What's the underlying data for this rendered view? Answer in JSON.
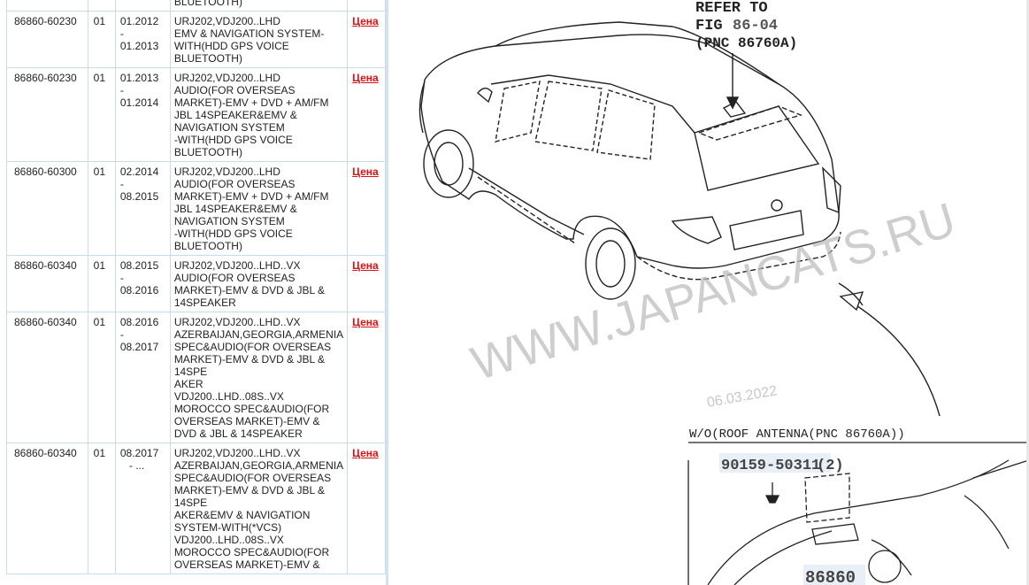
{
  "table": {
    "top_fragment": "BLUETOOTH)",
    "price_label": "Цена",
    "rows": [
      {
        "part": "86860-60230",
        "var": "01",
        "date_from": "01.2012",
        "date_sep": "-",
        "date_to": "01.2013",
        "desc": "URJ202,VDJ200..LHD\nEMV & NAVIGATION SYSTEM-\nWITH(HDD GPS VOICE\nBLUETOOTH)"
      },
      {
        "part": "86860-60230",
        "var": "01",
        "date_from": "01.2013",
        "date_sep": "-",
        "date_to": "01.2014",
        "desc": "URJ202,VDJ200..LHD\nAUDIO(FOR OVERSEAS\nMARKET)-EMV + DVD + AM/FM\nJBL 14SPEAKER&EMV &\nNAVIGATION SYSTEM\n-WITH(HDD GPS VOICE\nBLUETOOTH)"
      },
      {
        "part": "86860-60300",
        "var": "01",
        "date_from": "02.2014",
        "date_sep": "-",
        "date_to": "08.2015",
        "desc": "URJ202,VDJ200..LHD\nAUDIO(FOR OVERSEAS\nMARKET)-EMV + DVD + AM/FM\nJBL 14SPEAKER&EMV &\nNAVIGATION SYSTEM\n-WITH(HDD GPS VOICE\nBLUETOOTH)"
      },
      {
        "part": "86860-60340",
        "var": "01",
        "date_from": "08.2015",
        "date_sep": "-",
        "date_to": "08.2016",
        "desc": "URJ202,VDJ200..LHD..VX\nAUDIO(FOR OVERSEAS\nMARKET)-EMV & DVD & JBL &\n14SPEAKER"
      },
      {
        "part": "86860-60340",
        "var": "01",
        "date_from": "08.2016",
        "date_sep": "-",
        "date_to": "08.2017",
        "desc": "URJ202,VDJ200..LHD..VX\nAZERBAIJAN,GEORGIA,ARMENIA\nSPEC&AUDIO(FOR OVERSEAS\nMARKET)-EMV & DVD & JBL &\n14SPE\nAKER\nVDJ200..LHD..08S..VX\nMOROCCO SPEC&AUDIO(FOR\nOVERSEAS MARKET)-EMV &\nDVD & JBL & 14SPEAKER"
      },
      {
        "part": "86860-60340",
        "var": "01",
        "date_from": "08.2017",
        "date_sep": "- ...",
        "date_to": "",
        "desc": "URJ202,VDJ200..LHD..VX\nAZERBAIJAN,GEORGIA,ARMENIA\nSPEC&AUDIO(FOR OVERSEAS\nMARKET)-EMV & DVD & JBL &\n14SPE\nAKER&EMV & NAVIGATION\nSYSTEM-WITH(*VCS)\nVDJ200..LHD..08S..VX\nMOROCCO SPEC&AUDIO(FOR\nOVERSEAS MARKET)-EMV &"
      }
    ]
  },
  "diagram": {
    "refer_top": "REFER TO",
    "fig_label": "FIG",
    "fig_value": "86-04",
    "pnc_ref": "(PNC 86760A)",
    "watermark": "WWW.JAPANCATS.RU",
    "watermark_date": "06.03.2022",
    "wo_label": "W/O(ROOF ANTENNA(PNC 86760A))",
    "bolt_part": "90159-50311",
    "bolt_qty": "(2)",
    "main_part": "86860"
  }
}
